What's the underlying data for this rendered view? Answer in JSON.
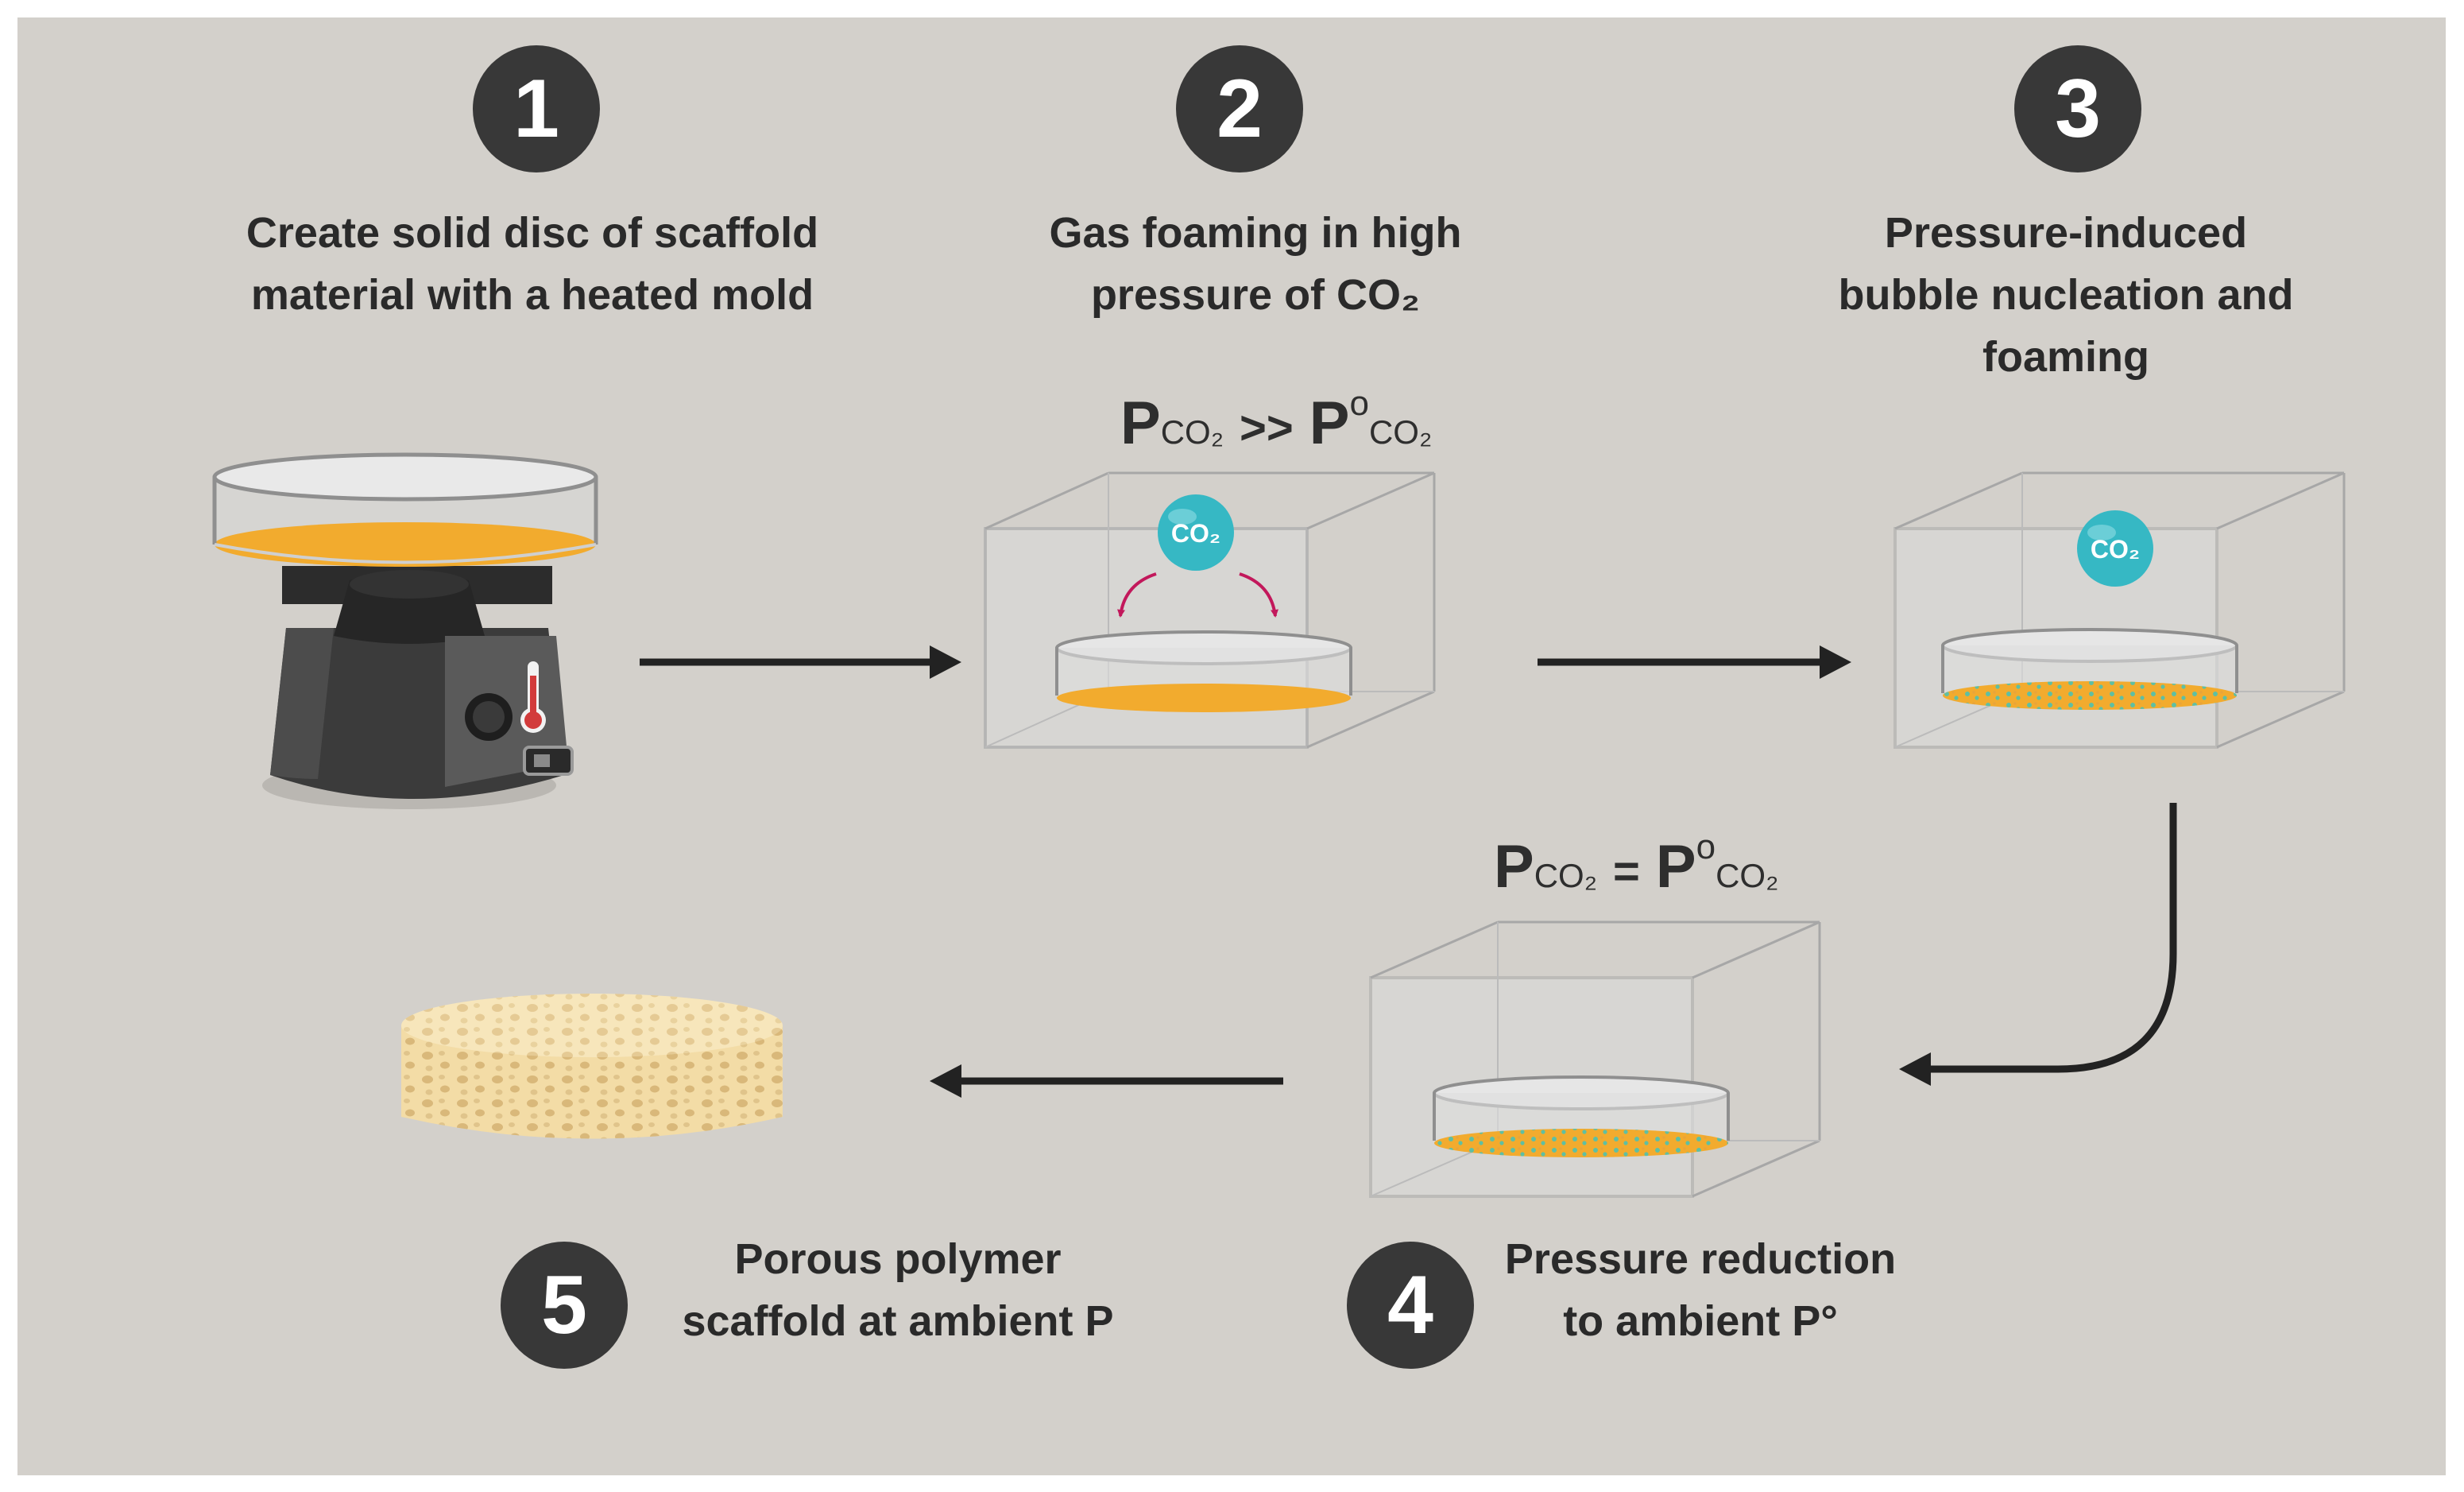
{
  "steps": [
    {
      "number": "1",
      "label_lines": [
        "Create solid disc of scaffold",
        "material with a heated mold"
      ]
    },
    {
      "number": "2",
      "label_lines": [
        "Gas foaming in high",
        "pressure of CO₂"
      ]
    },
    {
      "number": "3",
      "label_lines": [
        "Pressure-induced",
        "bubble nucleation and",
        "foaming"
      ]
    },
    {
      "number": "4",
      "label_lines": [
        "Pressure reduction",
        "to ambient P°"
      ]
    },
    {
      "number": "5",
      "label_lines": [
        "Porous polymer",
        "scaffold at ambient P"
      ]
    }
  ],
  "equations": {
    "high": {
      "left_base": "P",
      "left_sub": "CO₂",
      "operator": ">>",
      "right_base": "P",
      "right_sup": "o",
      "right_sub": "CO₂"
    },
    "equal": {
      "left_base": "P",
      "left_sub": "CO₂",
      "operator": "=",
      "right_base": "P",
      "right_sup": "o",
      "right_sub": "CO₂"
    }
  },
  "bubbles": {
    "label": "CO₂"
  },
  "colors": {
    "panel": "#d3d0cb",
    "badge": "#383838",
    "disc": "#f2ab2e",
    "co2_bubble": "#36b8c4",
    "curve_arrow": "#c2185b",
    "foam_dot": "#5fbfa2",
    "scaffold": "#f3dca6",
    "arrow": "#222222"
  }
}
